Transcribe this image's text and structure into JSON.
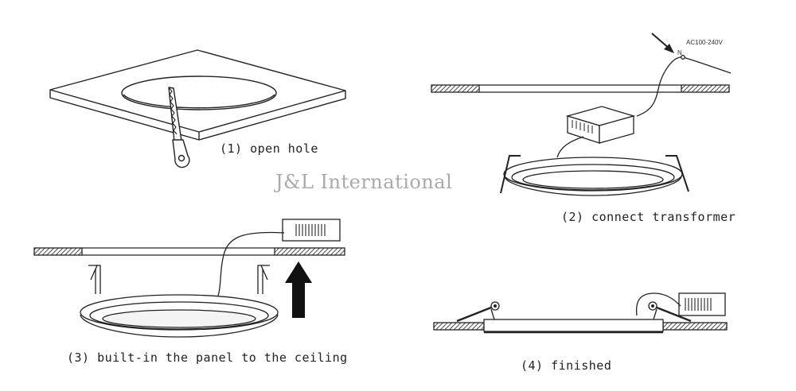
{
  "steps": [
    {
      "id": "step-1",
      "caption": "(1) open hole"
    },
    {
      "id": "step-2",
      "caption": "(2) connect transformer"
    },
    {
      "id": "step-3",
      "caption": "(3) built-in the panel to the ceiling"
    },
    {
      "id": "step-4",
      "caption": "(4) finished"
    }
  ],
  "watermark": "J&L International",
  "wire_label": "AC100-240V",
  "wire_marker": "N",
  "colors": {
    "line": "#222222",
    "ceiling_hatch": "#555555",
    "watermark": "#aaaaaa"
  }
}
